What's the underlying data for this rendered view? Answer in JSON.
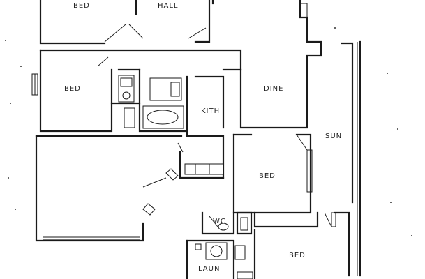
{
  "rooms": {
    "bed_top": "BED",
    "hall": "HALL",
    "bed_left": "BED",
    "dine": "DINE",
    "kitchen": "KITH",
    "sun": "SUN",
    "bed_mid": "BED",
    "wc": "WC",
    "laundry": "LAUN",
    "bed_bottom": "BED"
  },
  "colors": {
    "line": "#1a1a1a",
    "background": "#ffffff"
  }
}
